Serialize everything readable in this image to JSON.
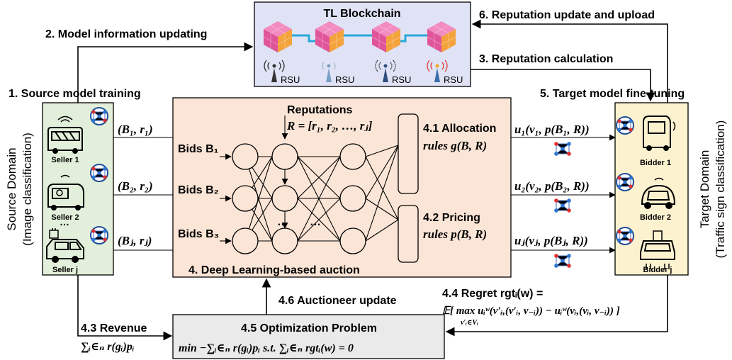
{
  "blockchain": {
    "title": "TL Blockchain",
    "rsu_labels": [
      "RSU",
      "RSU",
      "RSU",
      "RSU"
    ],
    "cube_color": "#e05a9a",
    "chain_color": "#29a8d8",
    "box_color": "#dfe3f5"
  },
  "flow_labels": {
    "model_info": "2. Model information updating",
    "reputation_update": "6. Reputation update and upload",
    "reputation_calc": "3. Reputation calculation",
    "source_training": "1. Source model training",
    "target_finetune": "5. Target model fine-tuning"
  },
  "source_domain": {
    "title": "Source Domain",
    "subtitle": "(Image classification)",
    "box_color": "#e2efda",
    "sellers": [
      "Seller 1",
      "Seller 2",
      "Seller j"
    ],
    "bids": [
      "(B₁, r₁)",
      "(B₂, r₂)",
      "(Bⱼ, rⱼ)"
    ]
  },
  "target_domain": {
    "title": "Target Domain",
    "subtitle": "(Traffic sign classification)",
    "box_color": "#fdf2d0",
    "bidders": [
      "Bidder 1",
      "Bidder 2",
      "Bidder j"
    ],
    "utilities": [
      "u₁(v₁, p(B₁, R))",
      "u₂(v₂, p(B₂, R))",
      "uⱼ(vⱼ, p(Bⱼ, R))"
    ]
  },
  "auction": {
    "title": "4. Deep Learning-based auction",
    "box_color": "#fbe5d6",
    "reputations_label": "Reputations",
    "reputations_formula": "R = [r₁, r₂, …, rⱼ]",
    "bid_inputs": [
      "Bids B₁",
      "Bids B₂",
      "Bids B₃"
    ],
    "allocation_label": "4.1 Allocation",
    "allocation_rule": "rules g(B, R)",
    "pricing_label": "4.2 Pricing",
    "pricing_rule": "rules p(B, R)",
    "dots": "…"
  },
  "optimization": {
    "title": "4.5 Optimization Problem",
    "formula": "min −∑ᵢ∈ₙ r(gᵢ)pᵢ  s.t. ∑ᵢ∈ₙ rgtᵢ(w) = 0",
    "box_color": "#eaeaea"
  },
  "revenue": {
    "label": "4.3 Revenue",
    "formula": "∑ᵢ∈ₙ r(gᵢ)pᵢ"
  },
  "regret": {
    "label": "4.4 Regret rgtᵢ(w) =",
    "formula": "𝔼[ max uᵢʷ(v′ᵢ,(v′ᵢ, v₋ᵢ)) − uᵢʷ(vᵢ,(vᵢ, v₋ᵢ)) ]",
    "sub": "v′ᵢ∈Vᵢ"
  },
  "auctioneer_update": "4.6 Auctioneer update"
}
